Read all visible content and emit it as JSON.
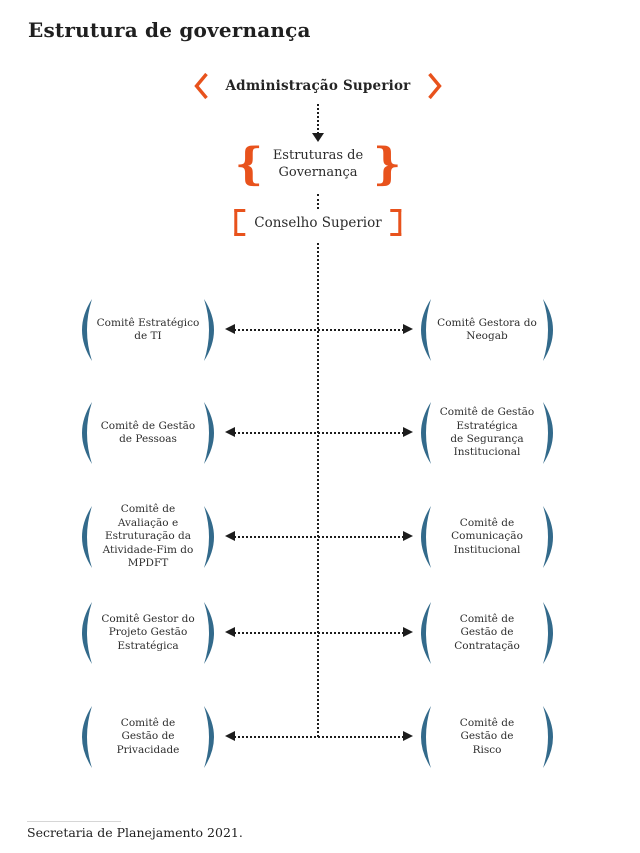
{
  "page": {
    "title": "Estrutura de governança",
    "source_note": "Secretaria de Planejamento 2021."
  },
  "colors": {
    "accent_orange": "#e8521c",
    "paren_blue": "#336a8b",
    "connector_dark": "#1d1d1d"
  },
  "glyphs": {
    "brace_left": "{",
    "brace_right": "}"
  },
  "hierarchy": {
    "top_label": "Administração Superior",
    "governance_label": "Estruturas de\nGovernança",
    "council_label": "Conselho Superior"
  },
  "committee_rows": [
    {
      "left": {
        "label": "Comitê Estratégico\nde TI"
      },
      "right": {
        "label": "Comitê Gestora do\nNeogab"
      }
    },
    {
      "left": {
        "label": "Comitê de Gestão\nde Pessoas"
      },
      "right": {
        "label": "Comitê de Gestão\nEstratégica\nde Segurança\nInstitucional"
      }
    },
    {
      "left": {
        "label": "Comitê de\nAvaliação e\nEstruturação da\nAtividade-Fim do\nMPDFT"
      },
      "right": {
        "label": "Comitê de\nComunicação\nInstitucional"
      }
    },
    {
      "left": {
        "label": "Comitê Gestor do\nProjeto Gestão\nEstratégica"
      },
      "right": {
        "label": "Comitê de\nGestão de\nContratação"
      }
    },
    {
      "left": {
        "label": "Comitê de\nGestão de\nPrivacidade"
      },
      "right": {
        "label": "Comitê de\nGestão de\nRisco"
      }
    }
  ]
}
